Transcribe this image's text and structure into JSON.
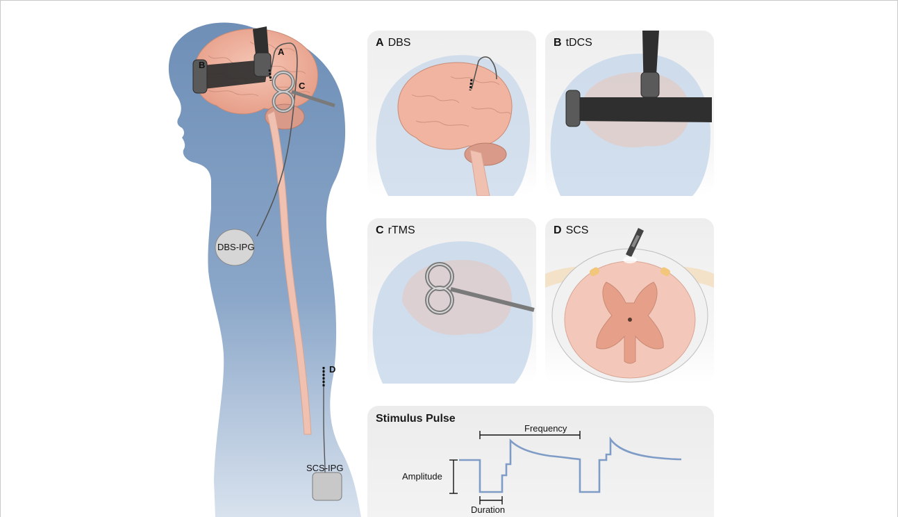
{
  "main_figure": {
    "callouts": {
      "a": "A",
      "b": "B",
      "c": "C",
      "d": "D"
    },
    "dbs_ipg_label": "DBS-IPG",
    "scs_ipg_label": "SCS-IPG"
  },
  "panels": [
    {
      "letter": "A",
      "title": "DBS"
    },
    {
      "letter": "B",
      "title": "tDCS"
    },
    {
      "letter": "C",
      "title": "rTMS"
    },
    {
      "letter": "D",
      "title": "SCS"
    }
  ],
  "pulse": {
    "title": "Stimulus Pulse",
    "frequency_label": "Frequency",
    "amplitude_label": "Amplitude",
    "duration_label": "Duration"
  },
  "colors": {
    "body": "#7e9cc0",
    "brain": "#f0b4a0",
    "spinal_cord": "#f2c3b3",
    "electrode_band": "#3a3a3a",
    "pulse_line": "#7f9cc6"
  }
}
